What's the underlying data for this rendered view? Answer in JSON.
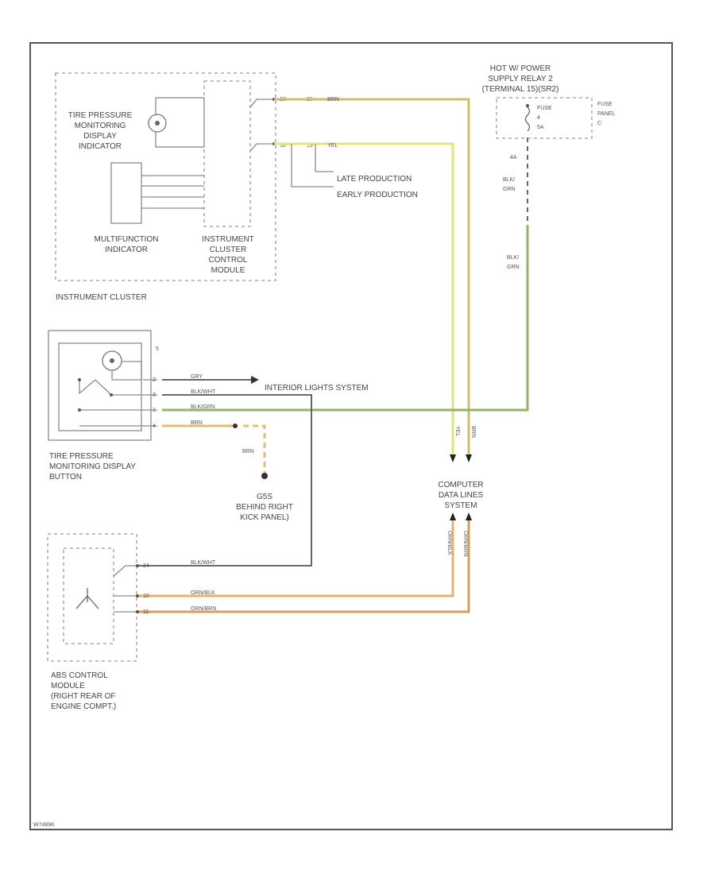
{
  "diagram": {
    "components": {
      "instrument_cluster": {
        "title": "INSTRUMENT CLUSTER",
        "tpms_indicator": [
          "TIRE PRESSURE",
          "MONITORING",
          "DISPLAY",
          "INDICATOR"
        ],
        "multifunction_indicator": [
          "MULTIFUNCTION",
          "INDICATOR"
        ],
        "cluster_control_module": [
          "INSTRUMENT",
          "CLUSTER",
          "CONTROL",
          "MODULE"
        ]
      },
      "power_relay": {
        "title": [
          "HOT W/ POWER",
          "SUPPLY RELAY 2",
          "(TERMINAL 15)(SR2)"
        ],
        "fuse_label": [
          "FUSE",
          "4",
          "5A"
        ],
        "fuse_panel_label": [
          "FUSE",
          "PANEL",
          "C"
        ],
        "pin": "4A"
      },
      "tpms_button": {
        "title": [
          "TIRE PRESSURE",
          "MONITORING DISPLAY",
          "BUTTON"
        ],
        "pin_top": "5"
      },
      "ground": {
        "wire": "BRN",
        "label": [
          "G5S",
          "BEHIND RIGHT",
          "KICK PANEL)"
        ]
      },
      "data_lines": {
        "title": [
          "COMPUTER",
          "DATA LINES",
          "SYSTEM"
        ]
      },
      "abs_module": {
        "title": [
          "ABS CONTROL",
          "MODULE",
          "(RIGHT REAR OF",
          "ENGINE COMPT.)"
        ]
      }
    },
    "annotations": {
      "late_production": "LATE PRODUCTION",
      "early_production": "EARLY PRODUCTION",
      "interior_lights": "INTERIOR LIGHTS SYSTEM"
    },
    "connectors": {
      "cluster_c1": {
        "a": "18",
        "b": "26"
      },
      "cluster_c2": {
        "a": "18",
        "b": "19"
      },
      "button": [
        "2",
        "3",
        "1",
        "4"
      ],
      "abs": [
        "24",
        "10",
        "11"
      ]
    },
    "wires": {
      "cluster_brn": "BRN",
      "cluster_yel": "YEL",
      "relay_upper": [
        "BLK/",
        "GRN"
      ],
      "relay_lower": [
        "BLK/",
        "GRN"
      ],
      "button_gry": "GRY",
      "button_blkwht": "BLK/WHT",
      "button_blkgrn": "BLK/GRN",
      "button_brn": "BRN",
      "vertical_yel": "YEL",
      "vertical_brn": "BRN",
      "orn_blk": "ORN/BLK",
      "orn_brn": "ORN/BRN",
      "abs_blkwht": "BLK/WHT",
      "abs_ornblk": "ORN/BLK",
      "abs_ornbrn": "ORN/BRN"
    },
    "colors": {
      "yellow": "#e6e27a",
      "brown_yellow": "#d2bc6a",
      "green": "#8fb56a",
      "orange": "#e8b06a",
      "orange_brown": "#d99b5c",
      "dashed": "#999999",
      "component": "#8a8a8a"
    },
    "footer_code": "W74896"
  }
}
